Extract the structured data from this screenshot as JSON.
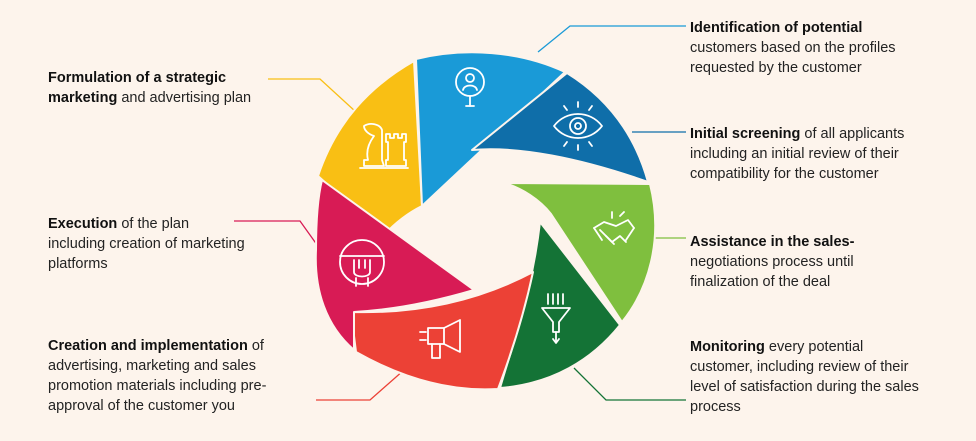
{
  "colors": {
    "background": "#fdf4ec",
    "formulation": "#f9bf14",
    "identification": "#1a9ad7",
    "screening": "#0f6ea9",
    "assistance": "#7fbf3e",
    "monitoring": "#147336",
    "creation": "#ec4136",
    "execution": "#d81b55"
  },
  "steps": [
    {
      "id": "identification",
      "bold": "Identification of potential",
      "rest": " customers based on the profiles requested by the customer",
      "icon": "user-search-icon"
    },
    {
      "id": "screening",
      "bold": "Initial screening",
      "rest": " of all applicants including an initial review of their compatibility for the customer",
      "icon": "eye-icon"
    },
    {
      "id": "assistance",
      "bold": "Assistance in the sales-",
      "rest": " negotiations process until finalization of the deal",
      "icon": "handshake-icon"
    },
    {
      "id": "monitoring",
      "bold": "Monitoring",
      "rest": " every potential customer, including review of their level of satisfaction during the sales process",
      "icon": "funnel-icon"
    },
    {
      "id": "creation",
      "bold": "Creation and implementation",
      "rest": " of advertising, marketing and sales promotion materials including pre-approval of the customer you",
      "icon": "megaphone-icon"
    },
    {
      "id": "execution",
      "bold": "Execution",
      "rest": " of the plan including creation of marketing platforms",
      "icon": "hand-pen-icon"
    },
    {
      "id": "formulation",
      "bold": "Formulation of a strategic marketing",
      "rest": " and advertising plan",
      "icon": "chess-icon"
    }
  ]
}
